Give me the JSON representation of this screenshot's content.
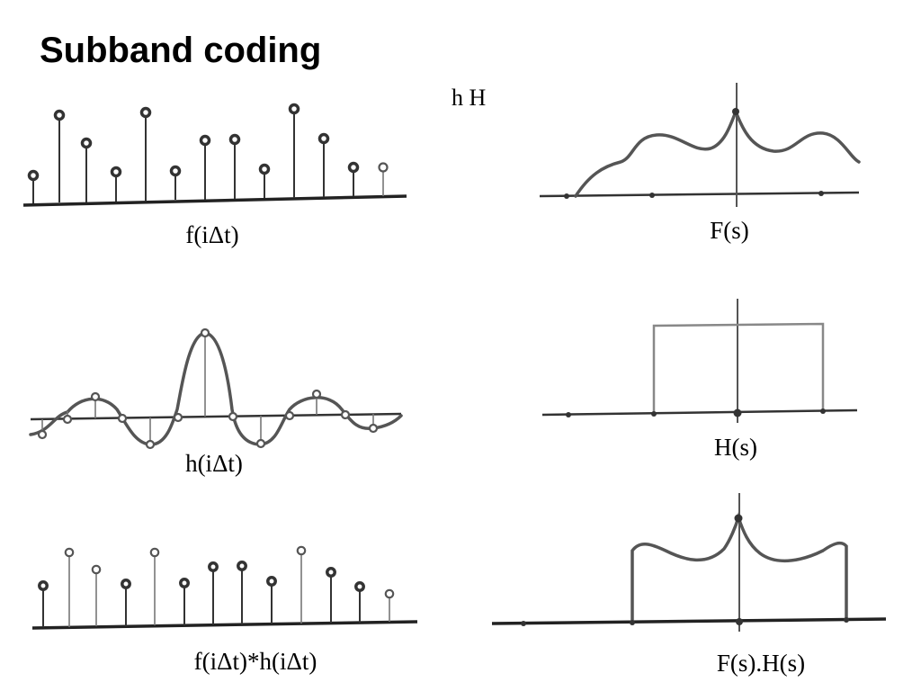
{
  "title": "Subband coding",
  "legend_text": "h H",
  "panels": {
    "f_time": {
      "label": "f(iΔt)"
    },
    "F_freq": {
      "label": "F(s)"
    },
    "h_time": {
      "label": "h(iΔt)"
    },
    "H_freq": {
      "label": "H(s)"
    },
    "conv_time": {
      "label": "f(iΔt)*h(iΔt)"
    },
    "prod_freq": {
      "label": "F(s).H(s)"
    }
  },
  "colors": {
    "ink": "#333333",
    "background": "#ffffff"
  }
}
